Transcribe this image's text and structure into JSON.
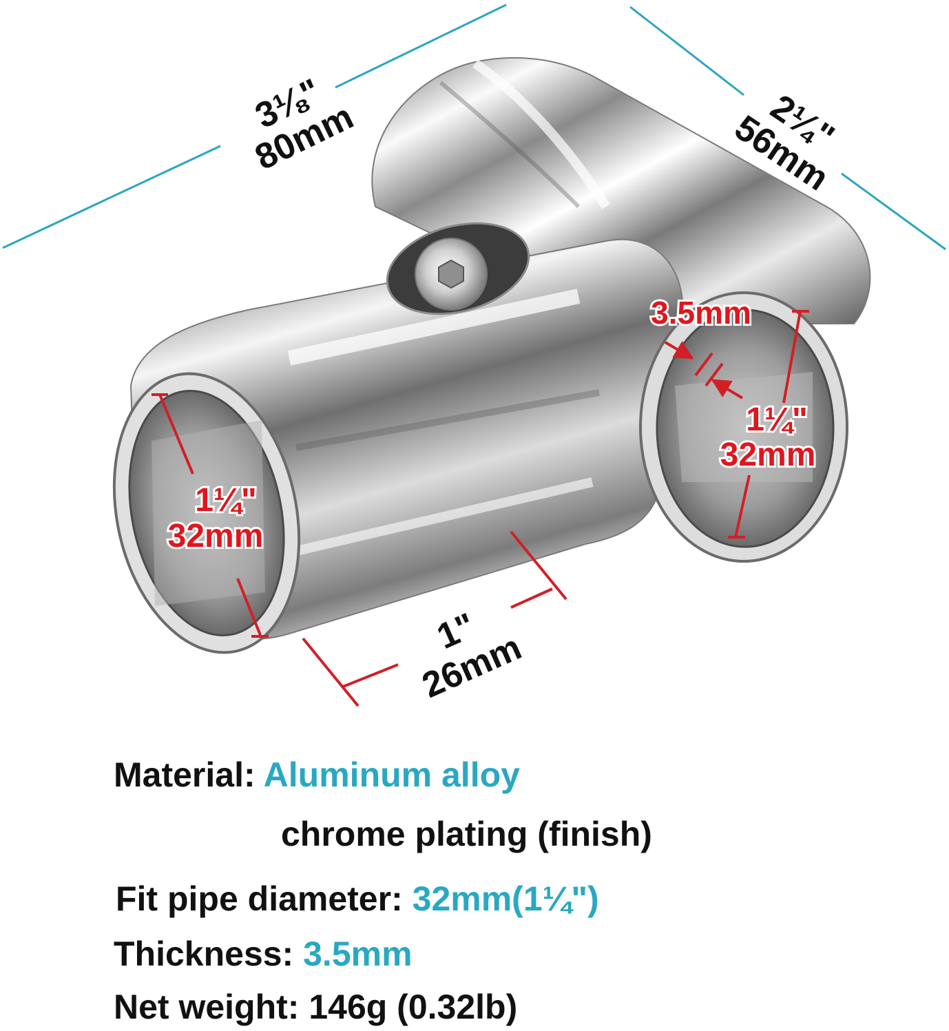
{
  "colors": {
    "blue_line": "#2aa6bf",
    "red_line": "#d21f26",
    "red_text": "#e0161d",
    "value_text": "#29a8c2",
    "label_text": "#111111"
  },
  "dimensions": {
    "length": {
      "inch": "3⅛\"",
      "mm": "80mm"
    },
    "width": {
      "inch": "2¼\"",
      "mm": "56mm"
    },
    "thickness": {
      "mm": "3.5mm"
    },
    "right_bore": {
      "inch": "1¼\"",
      "mm": "32mm"
    },
    "left_bore": {
      "inch": "1¼\"",
      "mm": "32mm"
    },
    "body": {
      "inch": "1\"",
      "mm": "26mm"
    }
  },
  "specs": {
    "material_label": "Material:",
    "material_value": "Aluminum alloy",
    "finish": "chrome plating (finish)",
    "pipe_label": "Fit pipe diameter:",
    "pipe_value": "32mm(1¼\")",
    "thickness_label": "Thickness:",
    "thickness_value": "3.5mm",
    "weight": "Net weight: 146g (0.32lb)"
  }
}
